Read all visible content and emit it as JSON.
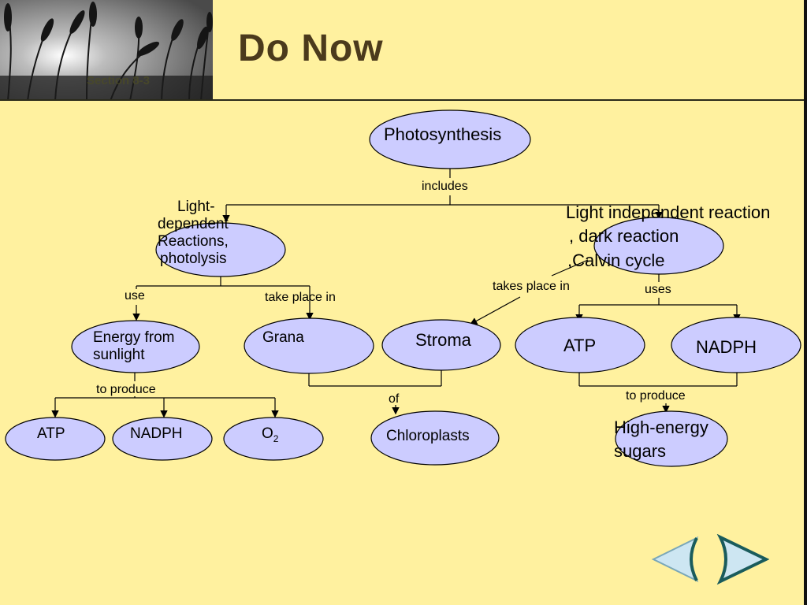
{
  "slide": {
    "title": "Do Now",
    "section_label": "Section 8-3"
  },
  "concept_map": {
    "root": "Photosynthesis",
    "connectors": {
      "includes": "includes",
      "use": "use",
      "take_place_in": "take place in",
      "takes_place_in": "takes place in",
      "uses": "uses",
      "to_produce_left": "to produce",
      "of": "of",
      "to_produce_right": "to produce"
    },
    "nodes": {
      "light_dependent": [
        "Light-",
        "dependent",
        "Reactions,",
        "photolysis"
      ],
      "light_independent": [
        "Light independent reaction",
        ", dark reaction",
        ",Calvin cycle"
      ],
      "energy_from_sunlight": [
        "Energy from",
        "sunlight"
      ],
      "grana": "Grana",
      "stroma": "Stroma",
      "atp_right": "ATP",
      "nadph_right": "NADPH",
      "atp_left": "ATP",
      "nadph_left": "NADPH",
      "oxygen_base": "O",
      "oxygen_sub": "2",
      "chloroplasts": "Chloroplasts",
      "high_energy_sugars": [
        "High-energy",
        "sugars"
      ]
    }
  },
  "colors": {
    "background": "#fff19f",
    "node_fill": "#ccccff",
    "title": "#4b3a1c",
    "nav_fill": "#cde6f2",
    "nav_outline": "#1a5c5c"
  }
}
